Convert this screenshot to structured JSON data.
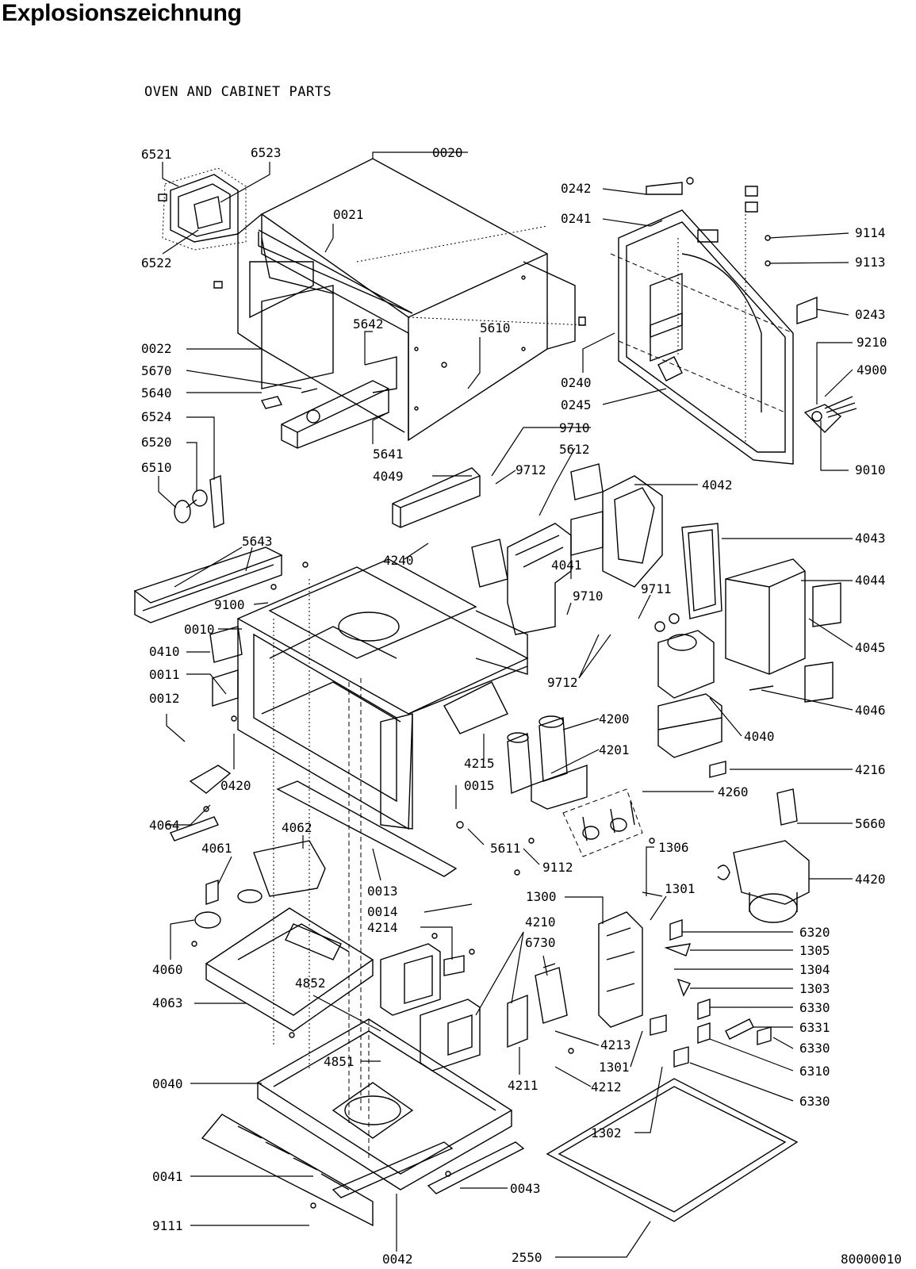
{
  "header": {
    "title": "Explosionszeichnung",
    "subtitle": "OVEN AND CABINET PARTS",
    "drawing_number": "80000010"
  },
  "labels": [
    "6521",
    "6523",
    "0020",
    "0242",
    "0241",
    "9114",
    "9113",
    "6522",
    "0021",
    "0243",
    "0240",
    "9210",
    "4900",
    "0245",
    "9010",
    "5642",
    "5610",
    "0022",
    "5670",
    "5640",
    "6524",
    "6520",
    "6510",
    "5641",
    "9710",
    "4049",
    "5612",
    "9712",
    "4042",
    "4043",
    "4240",
    "4041",
    "4044",
    "5643",
    "9710",
    "9711",
    "9100",
    "0010",
    "0410",
    "0011",
    "9712",
    "4045",
    "0012",
    "4046",
    "4200",
    "4040",
    "4201",
    "4215",
    "0015",
    "4216",
    "4260",
    "0420",
    "5660",
    "4064",
    "4062",
    "5611",
    "9112",
    "1306",
    "4061",
    "4420",
    "0013",
    "1301",
    "1300",
    "0014",
    "4214",
    "4210",
    "6320",
    "6730",
    "1305",
    "1304",
    "4060",
    "1303",
    "4852",
    "6330",
    "6331",
    "4063",
    "4213",
    "6330",
    "4851",
    "1301",
    "6310",
    "0040",
    "4211",
    "4212",
    "6330",
    "1302",
    "0041",
    "0043",
    "9111",
    "0042",
    "2550"
  ]
}
